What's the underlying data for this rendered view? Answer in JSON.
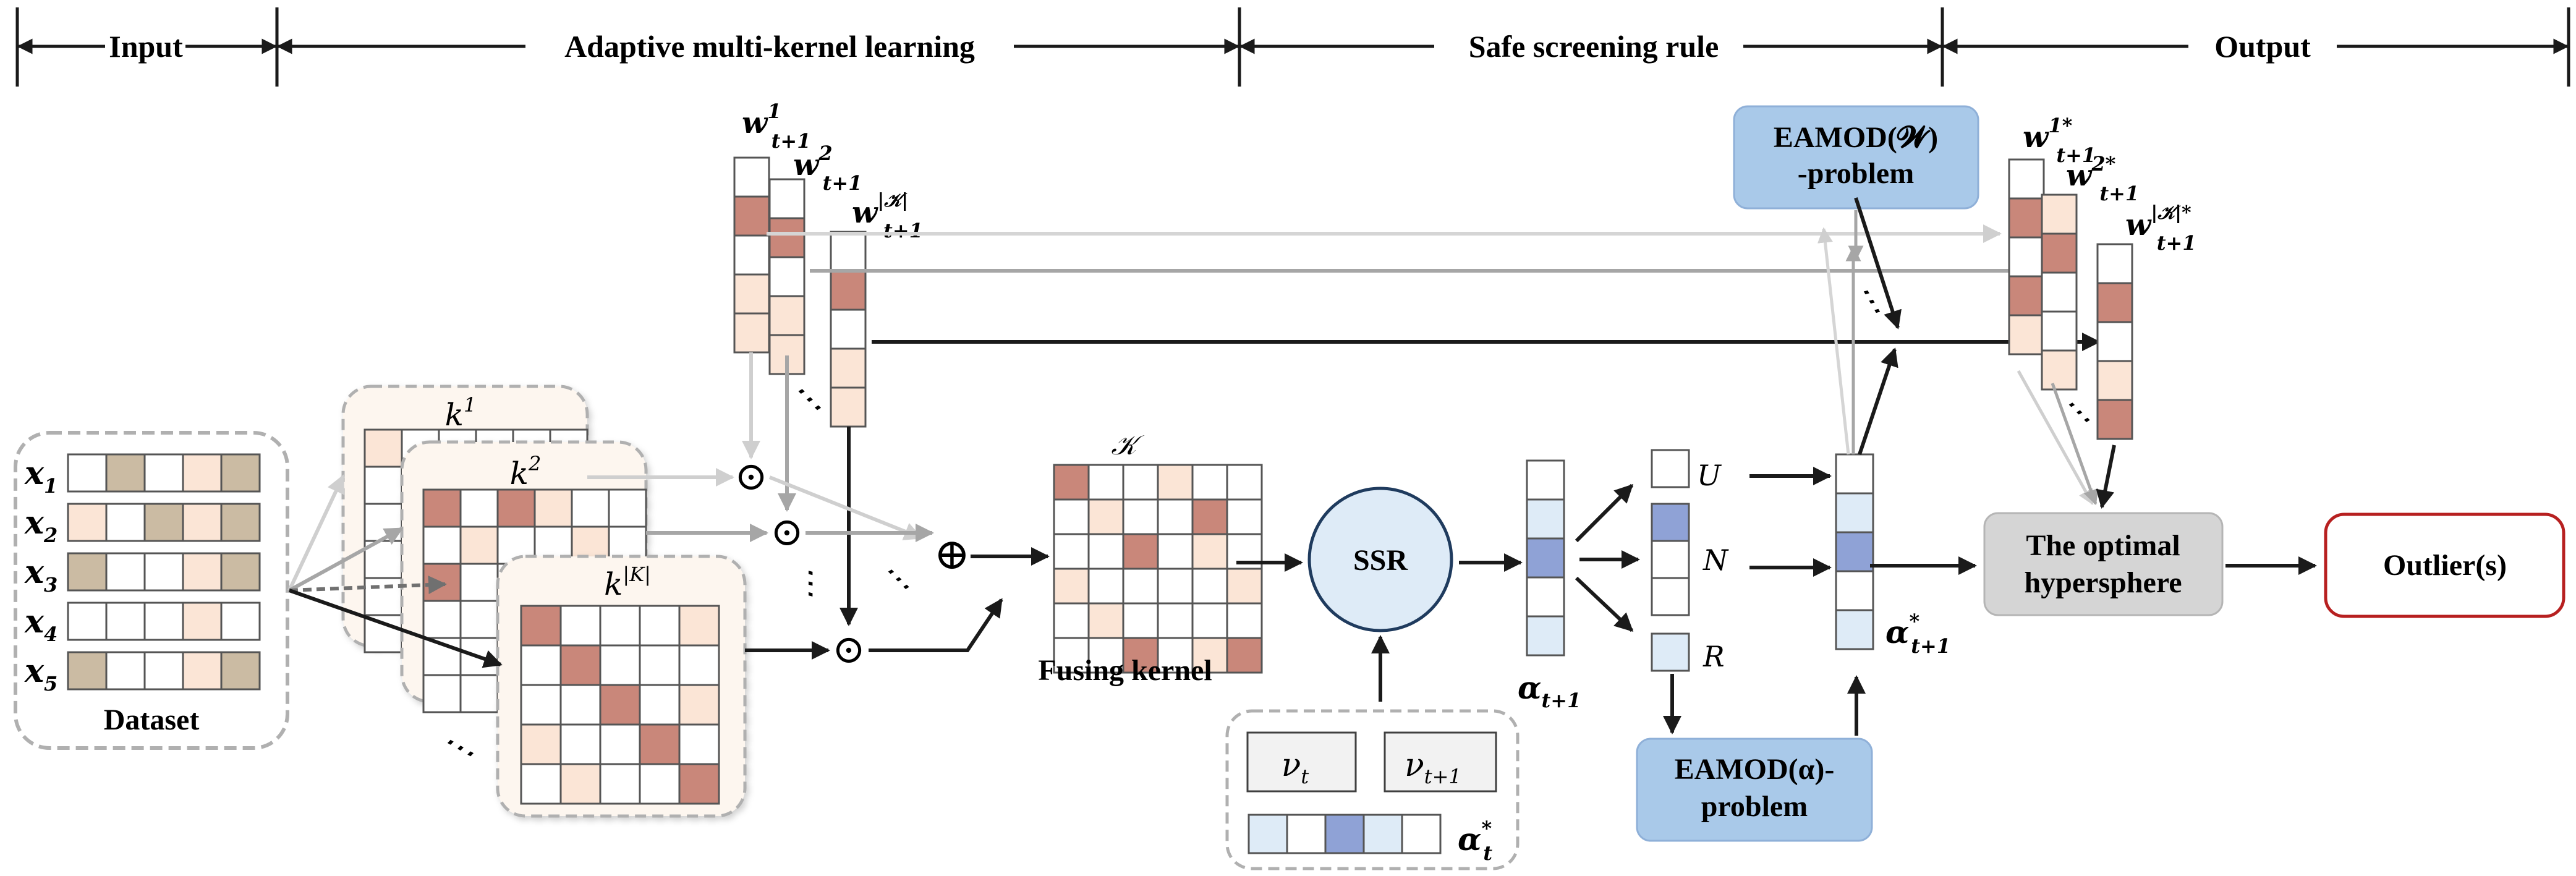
{
  "sections": {
    "input": "Input",
    "adaptive": "Adaptive multi-kernel learning",
    "safe": "Safe screening rule",
    "output": "Output"
  },
  "dataset": {
    "label": "Dataset",
    "rows": [
      "x",
      "x",
      "x",
      "x",
      "x"
    ],
    "subs": [
      "1",
      "2",
      "3",
      "4",
      "5"
    ]
  },
  "kernels": {
    "k1": {
      "base": "k",
      "sup": "1"
    },
    "k2": {
      "base": "k",
      "sup": "2"
    },
    "kK": {
      "base": "k",
      "sup": "|K|"
    }
  },
  "weights": {
    "w1": {
      "base": "w",
      "sup": "1",
      "sub": "t+1"
    },
    "w2": {
      "base": "w",
      "sup": "2",
      "sub": "t+1"
    },
    "wK": {
      "base": "w",
      "sup": "|𝒦|",
      "sub": "t+1"
    }
  },
  "weights_opt": {
    "w1": {
      "base": "w",
      "sup": "1*",
      "sub": "t+1"
    },
    "w2": {
      "base": "w",
      "sup": "2*",
      "sub": "t+1"
    },
    "wK": {
      "base": "w",
      "sup": "|𝒦|*",
      "sub": "t+1"
    }
  },
  "fusing": {
    "symbol": "𝒦",
    "label": "Fusing kernel"
  },
  "ssr": {
    "label": "SSR"
  },
  "alpha": {
    "base": "α",
    "sub": "t+1"
  },
  "alpha_star": {
    "base": "α",
    "sup": "*",
    "sub": "t+1"
  },
  "alpha_t": {
    "base": "α",
    "sup": "*",
    "sub": "t"
  },
  "nu_t": {
    "base": "ν",
    "sub": "t"
  },
  "nu_t1": {
    "base": "ν",
    "sub": "t+1"
  },
  "sets": {
    "U": "U",
    "N": "N",
    "R": "R"
  },
  "eamod_w": {
    "line1": "EAMOD(𝓦)",
    "line2": "-problem"
  },
  "eamod_a": {
    "line1": "EAMOD(α)-",
    "line2": "problem"
  },
  "hypersphere": {
    "line1": "The optimal",
    "line2": "hypersphere"
  },
  "outliers": {
    "label": "Outlier(s)"
  },
  "ops": {
    "odot": "⊙",
    "oplus": "⊕",
    "dots": "⋯"
  },
  "colors": {
    "beige": "#cbbba3",
    "rose": "#c9877a",
    "peach": "#fbe5d6",
    "blue_dark": "#8fa2d6",
    "blue_light": "#deebf7",
    "box_blue": "#a9c9e9",
    "box_gray": "#d5d5d5",
    "outlier_border": "#b72020"
  }
}
